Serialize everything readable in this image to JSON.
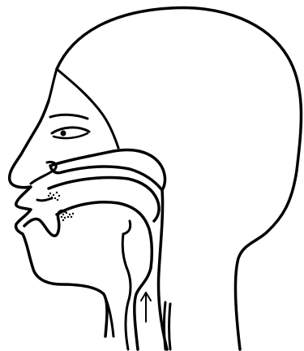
{
  "figure": {
    "ink_color": "#000000",
    "background_color": "#ffffff",
    "arrow_direction": "up",
    "stippled_regions": [
      "alveolar-ridge",
      "teeth-back"
    ]
  }
}
